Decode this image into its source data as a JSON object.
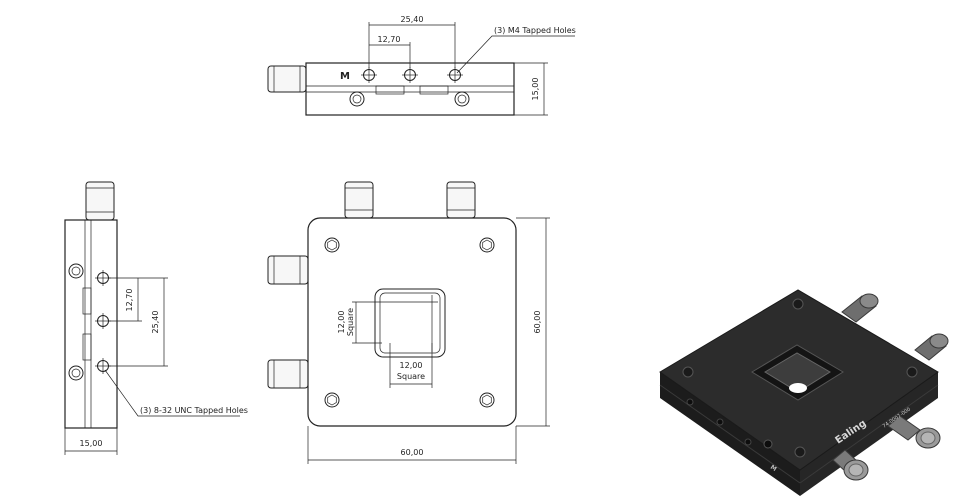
{
  "top_view": {
    "dim_overall": "25,40",
    "dim_pitch": "12,70",
    "dim_height": "15,00",
    "note": "(3) M4 Tapped Holes",
    "marker": "M"
  },
  "side_view": {
    "dim_pitch": "12,70",
    "dim_overall": "25,40",
    "dim_width": "15,00",
    "note": "(3) 8-32 UNC Tapped Holes"
  },
  "front_view": {
    "aperture_h": "12,00",
    "aperture_h_unit": "Square",
    "aperture_w": "12,00",
    "aperture_w_unit": "Square",
    "dim_height": "60,00",
    "dim_width": "60,00"
  },
  "render": {
    "brand": "Ealing",
    "part_no": "74-0007-000",
    "marker": "M"
  }
}
